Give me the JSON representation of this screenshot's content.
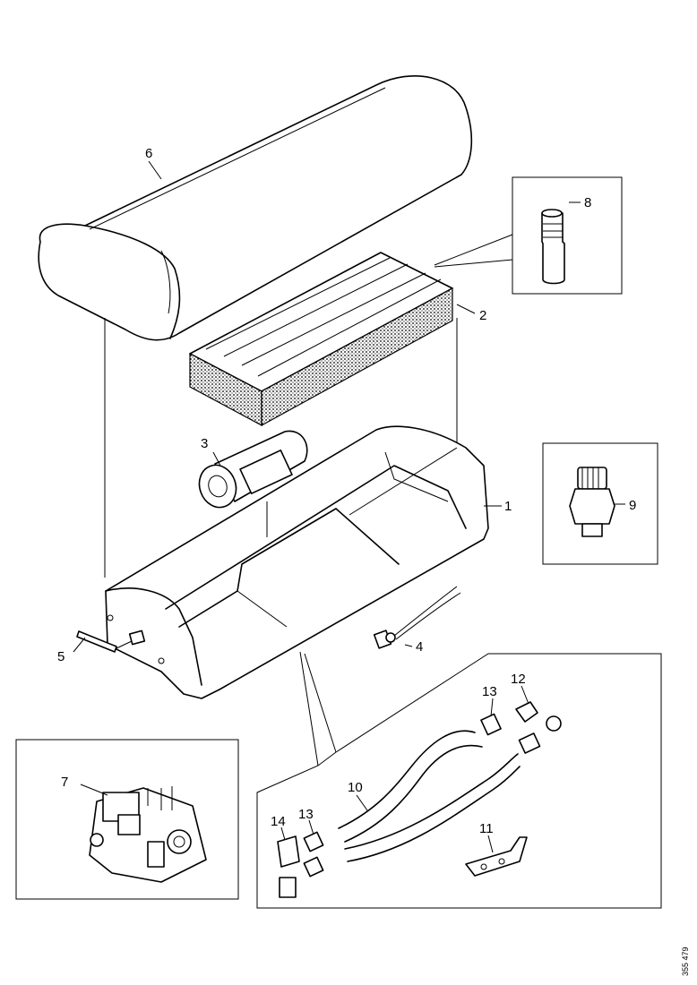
{
  "callouts": {
    "c1": "1",
    "c2": "2",
    "c3": "3",
    "c4": "4",
    "c5": "5",
    "c6": "6",
    "c7": "7",
    "c8": "8",
    "c9": "9",
    "c10": "10",
    "c11": "11",
    "c12": "12",
    "c13a": "13",
    "c13b": "13",
    "c14": "14"
  },
  "document_id": "355 479",
  "colors": {
    "line": "#000000",
    "background": "#ffffff"
  }
}
